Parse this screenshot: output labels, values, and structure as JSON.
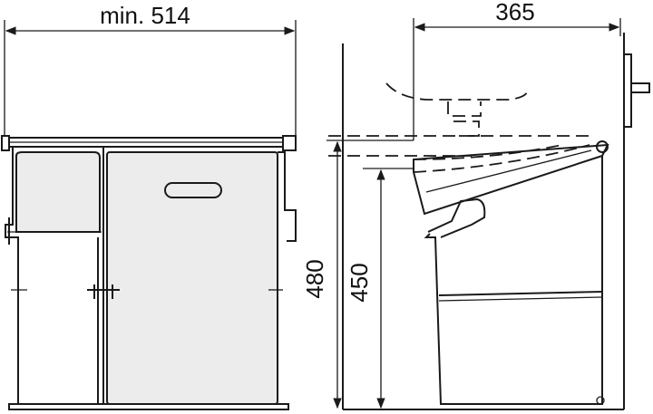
{
  "dimensions": {
    "width_min": "min. 514",
    "depth": "365",
    "height_total": "480",
    "height_inner": "450"
  }
}
